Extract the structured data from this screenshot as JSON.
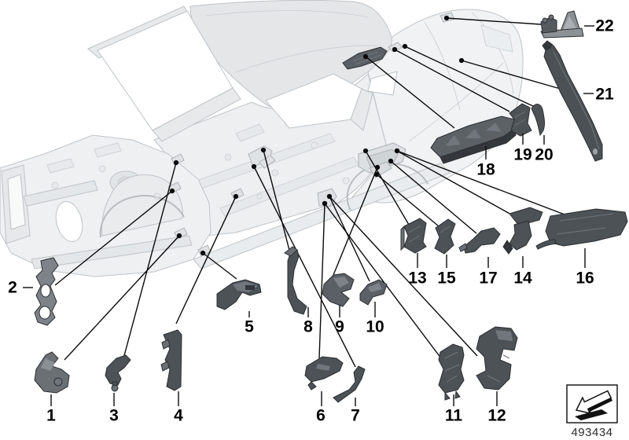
{
  "diagram": {
    "kind": "exploded-parts-diagram",
    "subject": "car body shell (body-in-white) with numbered cavity shaped parts",
    "footnote_number": "493434",
    "legend_icon": "view-direction-arrow-icon",
    "colors": {
      "background": "#ffffff",
      "leader_line": "#0a0a0a",
      "label_text": "#000000",
      "part_dark": "#4d5257",
      "part_mid": "#7d8388",
      "body_line": "#bfc4c7",
      "body_fill": "#eef0f2"
    },
    "callouts": [
      {
        "label": "1",
        "dot": [
          228,
          300
        ],
        "attach": [
          82,
          458
        ],
        "stub": [
          [
            65,
            502
          ],
          [
            65,
            517
          ]
        ],
        "text": [
          65,
          529
        ]
      },
      {
        "label": "2",
        "dot": [
          219,
          243
        ],
        "attach": [
          70,
          363
        ],
        "stub": [
          [
            29,
            366
          ],
          [
            42,
            366
          ]
        ],
        "text": [
          16,
          366
        ]
      },
      {
        "label": "3",
        "dot": [
          224,
          207
        ],
        "attach": [
          156,
          460
        ],
        "stub": [
          [
            145,
            500
          ],
          [
            145,
            517
          ]
        ],
        "text": [
          145,
          529
        ]
      },
      {
        "label": "4",
        "dot": [
          300,
          250
        ],
        "attach": [
          224,
          412
        ],
        "stub": [
          [
            227,
            498
          ],
          [
            227,
            517
          ]
        ],
        "text": [
          227,
          529
        ]
      },
      {
        "label": "5",
        "dot": [
          258,
          322
        ],
        "attach": [
          301,
          355
        ],
        "stub": [
          [
            317,
            396
          ],
          [
            317,
            404
          ]
        ],
        "text": [
          317,
          416
        ]
      },
      {
        "label": "6",
        "dot": [
          413,
          259
        ],
        "attach": [
          406,
          456
        ],
        "stub": [
          [
            409,
            498
          ],
          [
            409,
            517
          ]
        ],
        "text": [
          408,
          529
        ]
      },
      {
        "label": "7",
        "dot": [
          323,
          212
        ],
        "attach": [
          452,
          467
        ],
        "stub": [
          [
            452,
            506
          ],
          [
            452,
            517
          ]
        ],
        "text": [
          452,
          529
        ]
      },
      {
        "label": "8",
        "dot": [
          335,
          191
        ],
        "attach": [
          371,
          330
        ],
        "stub": [
          [
            392,
            391
          ],
          [
            392,
            404
          ]
        ],
        "text": [
          392,
          416
        ]
      },
      {
        "label": "9",
        "dot": [
          480,
          213
        ],
        "attach": [
          424,
          350
        ],
        "stub": [
          [
            432,
            388
          ],
          [
            432,
            404
          ]
        ],
        "text": [
          432,
          416
        ]
      },
      {
        "label": "10",
        "dot": [
          419,
          250
        ],
        "attach": [
          470,
          358
        ],
        "stub": [
          [
            477,
            384
          ],
          [
            477,
            404
          ]
        ],
        "text": [
          477,
          416
        ]
      },
      {
        "label": "11",
        "dot": [
          413,
          259
        ],
        "attach": [
          561,
          456
        ],
        "stub": [
          [
            577,
            502
          ],
          [
            577,
            517
          ]
        ],
        "text": [
          577,
          529
        ]
      },
      {
        "label": "12",
        "dot": [
          419,
          250
        ],
        "attach": [
          607,
          453
        ],
        "stub": [
          [
            632,
            498
          ],
          [
            632,
            517
          ]
        ],
        "text": [
          632,
          529
        ]
      },
      {
        "label": "13",
        "dot": [
          465,
          192
        ],
        "attach": [
          520,
          286
        ],
        "stub": [
          [
            531,
            322
          ],
          [
            531,
            341
          ]
        ],
        "text": [
          531,
          354
        ]
      },
      {
        "label": "14",
        "dot": [
          505,
          192
        ],
        "attach": [
          652,
          274
        ],
        "stub": [
          [
            665,
            326
          ],
          [
            665,
            341
          ]
        ],
        "text": [
          665,
          354
        ]
      },
      {
        "label": "15",
        "dot": [
          479,
          222
        ],
        "attach": [
          558,
          288
        ],
        "stub": [
          [
            568,
            324
          ],
          [
            568,
            341
          ]
        ],
        "text": [
          568,
          354
        ]
      },
      {
        "label": "16",
        "dot": [
          505,
          192
        ],
        "attach": [
          718,
          273
        ],
        "stub": [
          [
            744,
            316
          ],
          [
            744,
            341
          ]
        ],
        "text": [
          744,
          354
        ]
      },
      {
        "label": "17",
        "dot": [
          497,
          205
        ],
        "attach": [
          606,
          297
        ],
        "stub": [
          [
            621,
            327
          ],
          [
            621,
            341
          ]
        ],
        "text": [
          621,
          354
        ]
      },
      {
        "label": "18",
        "dot": [
          465,
          72
        ],
        "attach": [
          578,
          163
        ],
        "stub": [
          [
            618,
            186
          ],
          [
            618,
            203
          ]
        ],
        "text": [
          618,
          216
        ]
      },
      {
        "label": "19",
        "dot": [
          502,
          63
        ],
        "attach": [
          648,
          142
        ],
        "stub": [
          [
            665,
            170
          ],
          [
            665,
            184
          ]
        ],
        "text": [
          665,
          197
        ]
      },
      {
        "label": "20",
        "dot": [
          515,
          59
        ],
        "attach": [
          680,
          136
        ],
        "stub": [
          [
            692,
            172
          ],
          [
            692,
            184
          ]
        ],
        "text": [
          692,
          197
        ]
      },
      {
        "label": "21",
        "dot": [
          587,
          77
        ],
        "attach": [
          716,
          114
        ],
        "stub": [
          [
            742,
            119
          ],
          [
            755,
            119
          ]
        ],
        "text": [
          769,
          120
        ]
      },
      {
        "label": "22",
        "dot": [
          568,
          23
        ],
        "attach": [
          688,
          31
        ],
        "stub": [
          [
            743,
            33
          ],
          [
            756,
            33
          ]
        ],
        "text": [
          769,
          33
        ]
      }
    ]
  }
}
